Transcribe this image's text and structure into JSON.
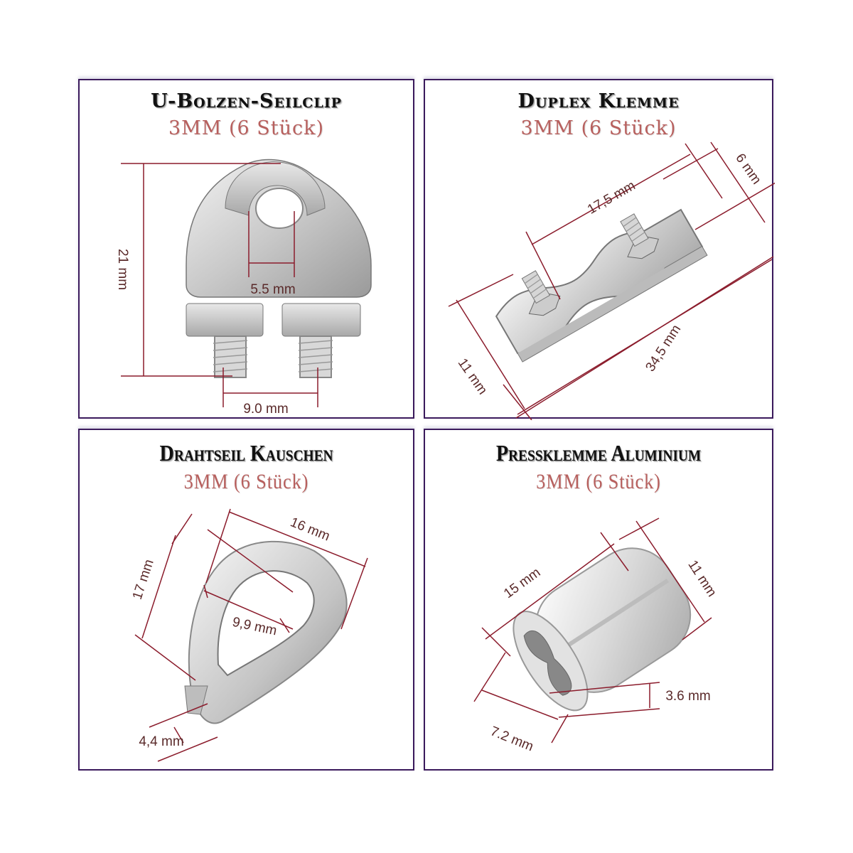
{
  "colors": {
    "border": "#3b1a5c",
    "title": "#111111",
    "subtitle": "#b8605e",
    "dimension_line": "#8b1c2c",
    "dimension_text": "#5a2a2a"
  },
  "panels": [
    {
      "title": "U-Bolzen-Seilclip",
      "subtitle": "3MM (6 Stück)",
      "dimensions": {
        "height": "21 mm",
        "eye_width": "5.5 mm",
        "bolt_spacing": "9.0 mm"
      }
    },
    {
      "title": "Duplex Klemme",
      "subtitle": "3MM (6 Stück)",
      "dimensions": {
        "bolt_spacing": "17,5 mm",
        "thickness": "6 mm",
        "width": "11 mm",
        "length": "34,5 mm"
      }
    },
    {
      "title": "Drahtseil Kauschen",
      "subtitle": "3MM (6 Stück)",
      "dimensions": {
        "width": "16 mm",
        "length": "17 mm",
        "inner": "9,9 mm",
        "groove": "4,4 mm"
      }
    },
    {
      "title": "Pressklemme Aluminium",
      "subtitle": "3MM (6 Stück)",
      "dimensions": {
        "length": "15 mm",
        "height": "11 mm",
        "hole": "3.6 mm",
        "width": "7.2 mm"
      }
    }
  ]
}
